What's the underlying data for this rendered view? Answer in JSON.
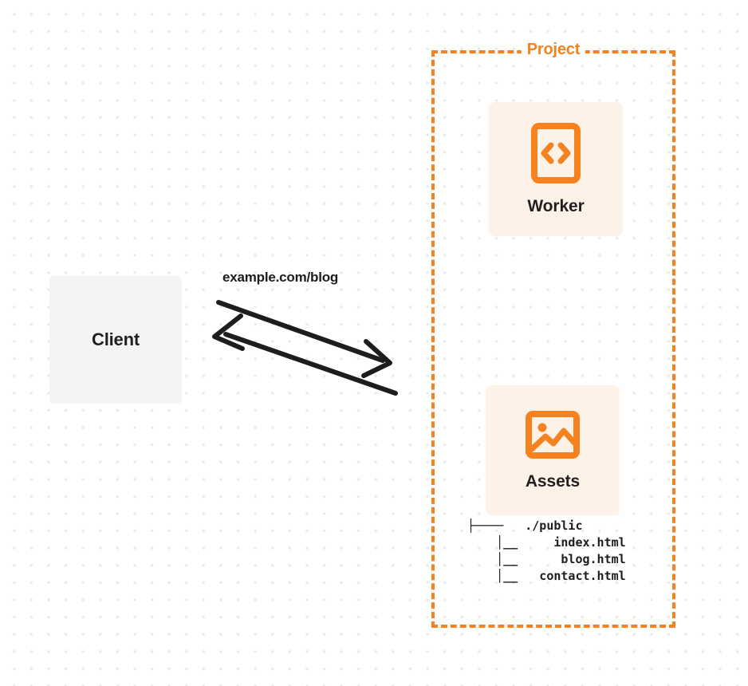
{
  "diagram": {
    "title": "Client to Project Worker and Assets request flow",
    "background": "dotted-grid"
  },
  "colors": {
    "accent_orange": "#f6821f",
    "card_tint": "#fdf2e8",
    "client_gray": "#f3f4f6",
    "text_dark": "#1d1d1f",
    "dot_grid": "#e8e8ea",
    "arrow_stroke": "#1d1d1f"
  },
  "client": {
    "label": "Client"
  },
  "connection": {
    "label": "example.com/blog",
    "request_arrow": "arrow-right",
    "response_arrow": "arrow-left"
  },
  "project": {
    "label": "Project",
    "nodes": [
      {
        "id": "worker",
        "label": "Worker",
        "icon": "code-file-icon"
      },
      {
        "id": "assets",
        "label": "Assets",
        "icon": "image-icon"
      }
    ],
    "asset_tree": {
      "lines": [
        "├────   ./public",
        "    │__     index.html",
        "    │__      blog.html",
        "    │__   contact.html"
      ],
      "root": "./public",
      "files": [
        "index.html",
        "blog.html",
        "contact.html"
      ]
    }
  }
}
